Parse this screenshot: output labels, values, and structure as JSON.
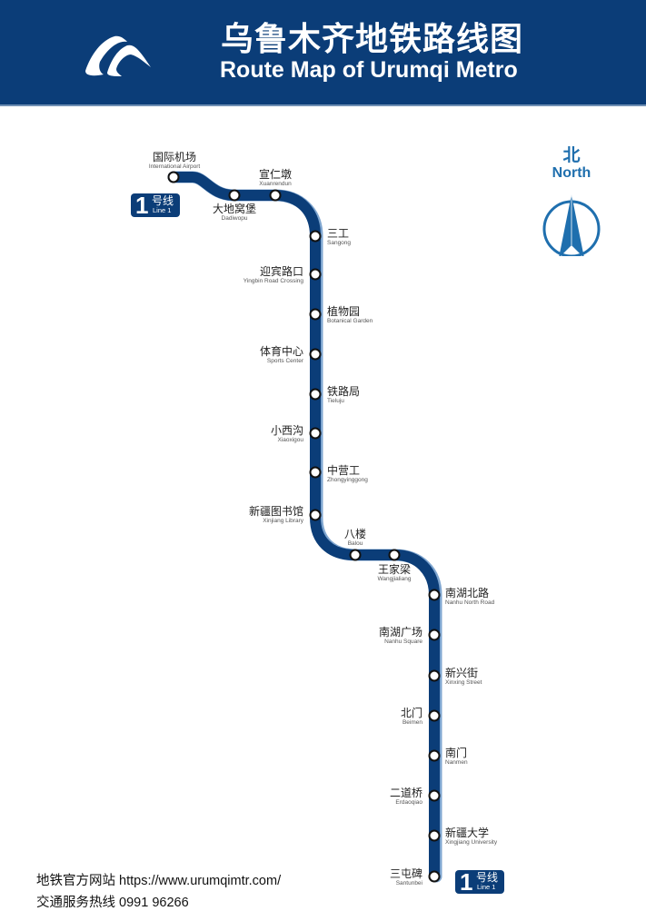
{
  "header": {
    "title_cn": "乌鲁木齐地铁路线图",
    "title_en": "Route Map of Urumqi Metro",
    "logo_icon": "mountain-logo-icon",
    "background_color": "#0b3d78"
  },
  "line": {
    "color": "#0b3d78",
    "edge_color": "#7fa6d0",
    "badge_top": {
      "number": "1",
      "label_cn": "号线",
      "label_en": "Line 1"
    },
    "badge_bottom": {
      "number": "1",
      "label_cn": "号线",
      "label_en": "Line 1"
    }
  },
  "compass": {
    "label_cn": "北",
    "label_en": "North",
    "icon": "north-arrow-compass-icon",
    "color": "#1f6fae"
  },
  "stations": [
    {
      "cn": "国际机场",
      "en": "International Airport"
    },
    {
      "cn": "大地窝堡",
      "en": "Dadiwopu"
    },
    {
      "cn": "宣仁墩",
      "en": "Xuanrendun"
    },
    {
      "cn": "三工",
      "en": "Sangong"
    },
    {
      "cn": "迎宾路口",
      "en": "Yingbin Road Crossing"
    },
    {
      "cn": "植物园",
      "en": "Botanical Garden"
    },
    {
      "cn": "体育中心",
      "en": "Sports Center"
    },
    {
      "cn": "铁路局",
      "en": "Tieluju"
    },
    {
      "cn": "小西沟",
      "en": "Xiaoxigou"
    },
    {
      "cn": "中营工",
      "en": "Zhongyinggong"
    },
    {
      "cn": "新疆图书馆",
      "en": "Xinjiang Library"
    },
    {
      "cn": "八楼",
      "en": "Balou"
    },
    {
      "cn": "王家梁",
      "en": "Wangjialiang"
    },
    {
      "cn": "南湖北路",
      "en": "Nanhu North Road"
    },
    {
      "cn": "南湖广场",
      "en": "Nanhu Square"
    },
    {
      "cn": "新兴街",
      "en": "Xinxing Street"
    },
    {
      "cn": "北门",
      "en": "Beimen"
    },
    {
      "cn": "南门",
      "en": "Nanmen"
    },
    {
      "cn": "二道桥",
      "en": "Erdaoqiao"
    },
    {
      "cn": "新疆大学",
      "en": "Xingjiang University"
    },
    {
      "cn": "三屯碑",
      "en": "Santunbei"
    }
  ],
  "footer": {
    "website": "地铁官方网站 https://www.urumqimtr.com/",
    "hotline": "交通服务热线 0991 96266"
  }
}
